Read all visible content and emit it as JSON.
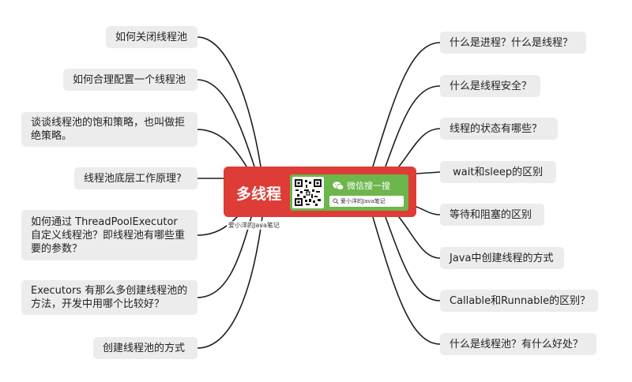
{
  "mindmap": {
    "central_topic": "多线程",
    "left_topics": [
      "如何关闭线程池",
      "如何合理配置一个线程池",
      "谈谈线程池的饱和策略，也叫做拒绝策略。",
      "线程池底层工作原理?",
      "如何通过 ThreadPoolExecutor 自定义线程池？即线程池有哪些重要的参数？",
      "Executors 有那么多创建线程池的方法，开发中用哪个比较好？",
      "创建线程池的方式"
    ],
    "right_topics": [
      "什么是进程？什么是线程？",
      "什么是线程安全？",
      "线程的状态有哪些？",
      " wait和sleep的区别",
      "等待和阻塞的区别",
      "Java中创建线程的方式",
      "Callable和Runnable的区别？",
      "什么是线程池？有什么好处？"
    ]
  },
  "badge": {
    "wechat_label": "微信搜一搜",
    "search_text": "爱小洋的Java笔记",
    "watermark": "爱小洋的Java笔记"
  },
  "colors": {
    "central_fill": "#de3c36",
    "badge_fill": "#6cb64c",
    "topic_fill": "#ececec",
    "connector": "#1f1f1f"
  },
  "icons": [
    "qr-code-icon",
    "wechat-icon",
    "search-icon"
  ]
}
